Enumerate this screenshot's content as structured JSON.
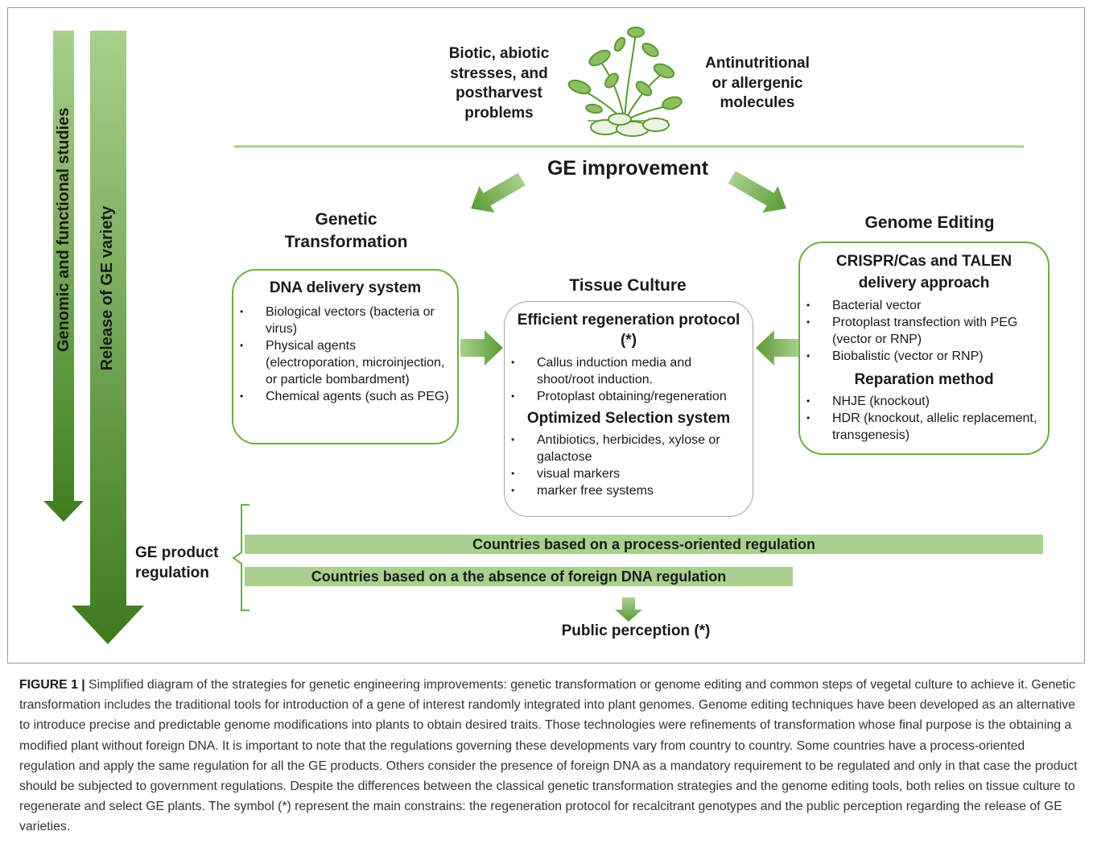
{
  "side_arrows": {
    "genomic_studies": "Genomic and functional studies",
    "release": "Release of GE variety"
  },
  "top": {
    "left_text": [
      "Biotic, abiotic",
      "stresses, and",
      "postharvest",
      "problems"
    ],
    "right_text": [
      "Antinutritional",
      "or allergenic",
      "molecules"
    ]
  },
  "ge_improvement": "GE improvement",
  "genetic_transformation": {
    "heading": [
      "Genetic",
      "Transformation"
    ],
    "box_title": "DNA delivery system",
    "items": [
      "Biological vectors (bacteria or virus)",
      "Physical agents (electroporation, microinjection, or particle bombardment)",
      "Chemical agents (such as PEG)"
    ]
  },
  "tissue_culture": {
    "heading": "Tissue Culture",
    "regen_title": "Efficient regeneration protocol  (*)",
    "regen_items": [
      "Callus induction media and shoot/root induction.",
      "Protoplast obtaining/regeneration"
    ],
    "selection_title": "Optimized Selection system",
    "selection_items": [
      "Antibiotics, herbicides, xylose or galactose",
      "visual markers",
      "marker free systems"
    ]
  },
  "genome_editing": {
    "heading": "Genome Editing",
    "box_title": "CRISPR/Cas and TALEN delivery approach",
    "items": [
      "Bacterial vector",
      "Protoplast transfection with PEG (vector or RNP)",
      "Biobalistic (vector or RNP)"
    ],
    "repair_title": "Reparation method",
    "repair_items": [
      "NHJE (knockout)",
      "HDR (knockout, allelic replacement, transgenesis)"
    ]
  },
  "regulation": {
    "label": "GE product regulation",
    "bar1": "Countries based on a process-oriented regulation",
    "bar2": "Countries based on a the absence of foreign DNA regulation"
  },
  "public_perception": "Public perception  (*)",
  "caption": {
    "label": "FIGURE 1 |",
    "text": " Simplified diagram of the strategies for genetic engineering improvements: genetic transformation or genome editing and common steps of vegetal culture to achieve it. Genetic transformation includes the traditional tools for introduction of a gene of interest randomly integrated into plant genomes. Genome editing techniques have been developed as an alternative to introduce precise and predictable genome modifications into plants to obtain desired traits. Those technologies were refinements of transformation whose final purpose is the obtaining a modified plant without foreign DNA. It is important to note that the regulations governing these developments vary from country to country. Some countries have a process-oriented regulation and apply the same regulation for all the GE products. Others consider the presence of foreign DNA as a mandatory requirement to be regulated and only in that case the product should be subjected to government regulations. Despite the differences between the classical genetic transformation strategies and the genome editing tools, both relies on tissue culture to regenerate and select GE plants. The symbol (*) represent the main constrains: the regeneration protocol for recalcitrant genotypes and the public perception regarding the release of GE varieties."
  },
  "colors": {
    "arrow_light": "#a9d08e",
    "arrow_dark": "#4e8a2a",
    "box_border": "#70ad47",
    "tissue_border": "#a6a6a6"
  }
}
